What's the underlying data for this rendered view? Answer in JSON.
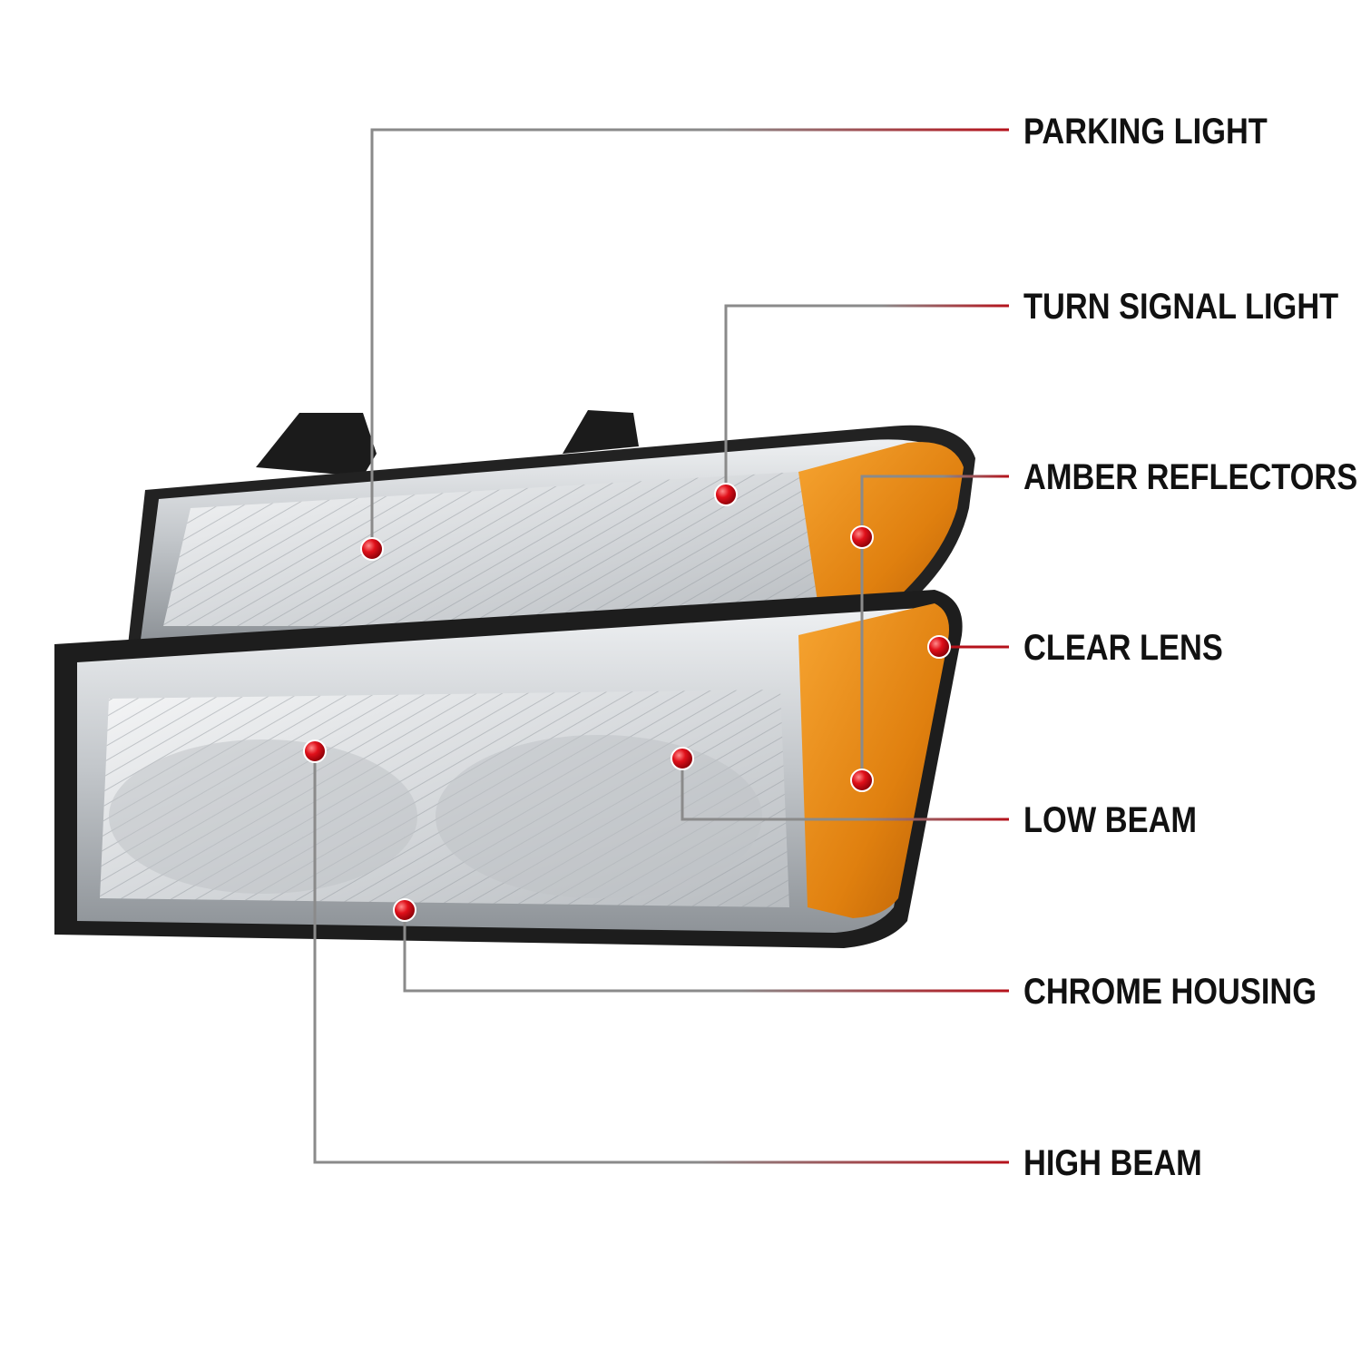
{
  "diagram": {
    "callouts": [
      {
        "id": "parking-light",
        "label": "PARKING LIGHT"
      },
      {
        "id": "turn-signal-light",
        "label": "TURN SIGNAL LIGHT"
      },
      {
        "id": "amber-reflectors",
        "label": "AMBER REFLECTORS"
      },
      {
        "id": "clear-lens",
        "label": "CLEAR LENS"
      },
      {
        "id": "low-beam",
        "label": "LOW BEAM"
      },
      {
        "id": "chrome-housing",
        "label": "CHROME HOUSING"
      },
      {
        "id": "high-beam",
        "label": "HIGH BEAM"
      }
    ]
  },
  "colors": {
    "leader_line_gray": "#8a8a8a",
    "leader_line_red": "#b5121b",
    "marker_red": "#e0101a",
    "amber": "#e88a12",
    "chrome": "#c9cdd1",
    "housing_black": "#1a1a1a",
    "label_text": "#111111"
  }
}
